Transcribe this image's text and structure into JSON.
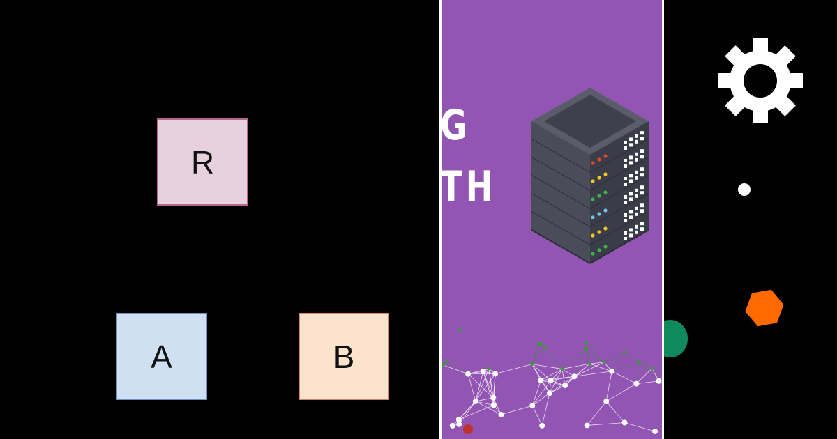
{
  "left_panel": {
    "nodes": [
      {
        "label": "R"
      },
      {
        "label": "A"
      },
      {
        "label": "B"
      }
    ]
  },
  "middle_panel": {
    "title_fragment_1": "G",
    "title_fragment_2": "TH",
    "icons": [
      "server-rack-icon",
      "network-mesh-graphic"
    ]
  },
  "right_panel": {
    "icons": [
      "gear-icon",
      "dot-shape",
      "hexagon-shape",
      "circle-shape"
    ]
  },
  "colors": {
    "middle_background": "#9355b3",
    "hexagon": "#ff6a00",
    "circle": "#0f8a5f"
  }
}
